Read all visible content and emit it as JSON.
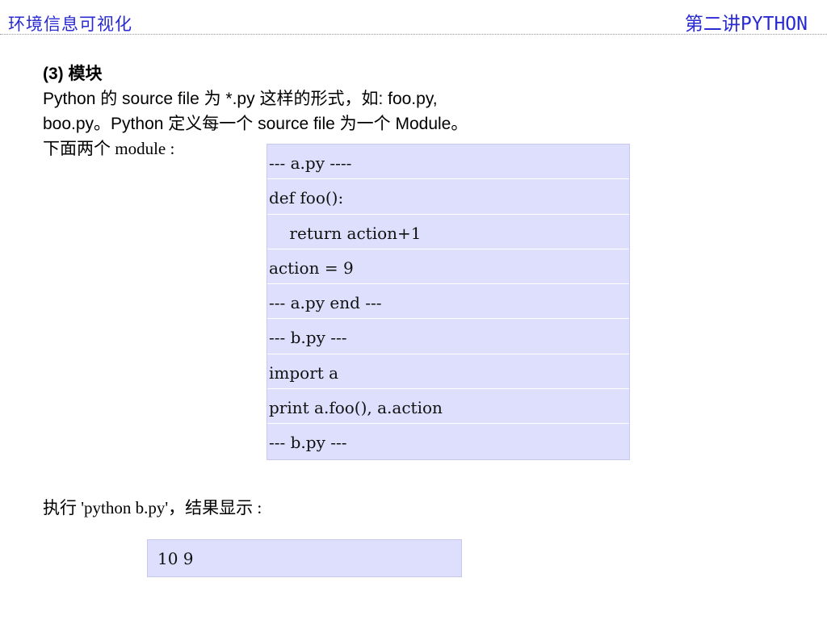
{
  "header": {
    "left_title": "环境信息可视化",
    "right_title": "第二讲PYTHON"
  },
  "content": {
    "heading": "(3) 模块",
    "line2": "Python 的 source file 为 *.py 这样的形式，如: foo.py,",
    "line3": "boo.py。Python 定义每一个 source file 为一个 Module。",
    "line4": "下面两个 module :"
  },
  "code": [
    "--- a.py ----",
    "def foo():",
    "    return action+1",
    "action = 9",
    "--- a.py end ---",
    "--- b.py ---",
    "import a",
    "print a.foo(), a.action",
    "--- b.py ---"
  ],
  "exec_text": "执行 'python b.py'，结果显示 :",
  "result": "10 9"
}
